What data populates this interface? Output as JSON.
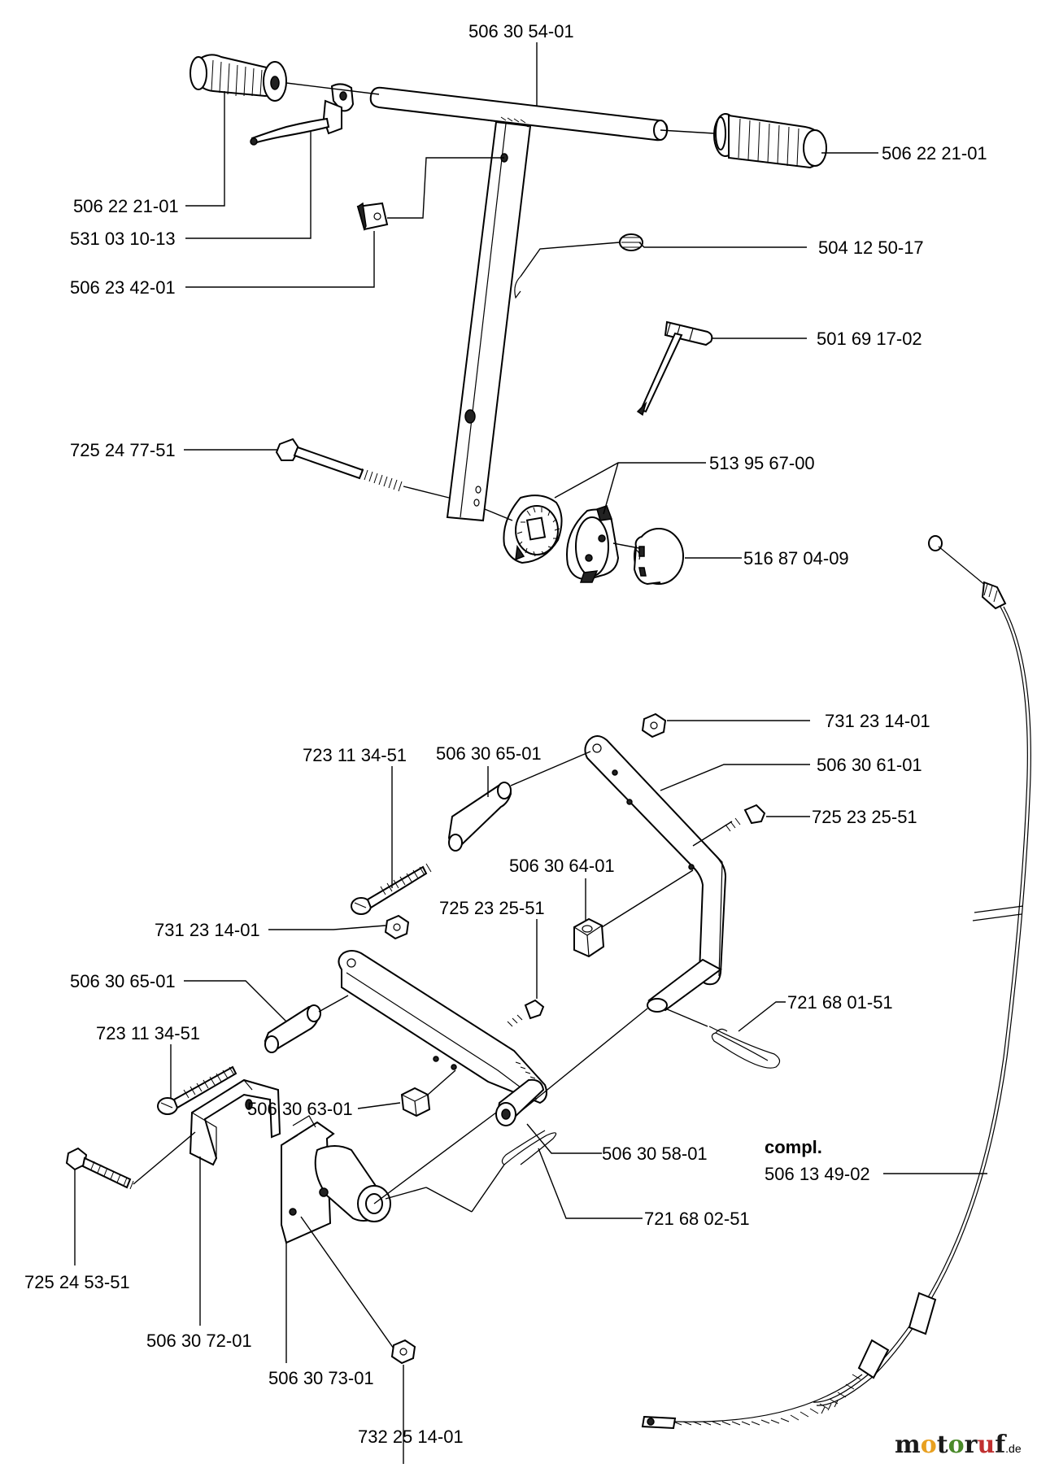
{
  "labels": {
    "handlebar": "506 30 54-01",
    "grip_right": "506 22 21-01",
    "grip_left": "506 22 21-01",
    "lever": "531 03 10-13",
    "cable_clip": "506 23 42-01",
    "plug_cap": "504 12 50-17",
    "plug_wrench": "501 69 17-02",
    "bolt_long": "725 24 77-51",
    "adjuster_disc": "513 95 67-00",
    "knob": "516 87 04-09",
    "nut_top": "731 23 14-01",
    "arm_upper": "506 30 61-01",
    "screw_right": "725 23 25-51",
    "screw_upper": "723 11 34-51",
    "spacer_upper": "506 30 65-01",
    "hex_spacer_upper": "506 30 64-01",
    "screw_mid": "725 23 25-51",
    "nut_mid": "731 23 14-01",
    "spacer_lower": "506 30 65-01",
    "pin_upper": "721 68 01-51",
    "screw_lower": "723 11 34-51",
    "hex_spacer_lower": "506 30 63-01",
    "arm_lower": "506 30 58-01",
    "cable_compl_title": "compl.",
    "cable_compl": "506 13 49-02",
    "pin_lower": "721 68 02-51",
    "bolt_bracket": "725 24 53-51",
    "bracket": "506 30 72-01",
    "pivot": "506 30 73-01",
    "nut_bottom": "732 25 14-01"
  },
  "watermark": {
    "letters": [
      "m",
      "o",
      "t",
      "o",
      "r",
      "u",
      "f"
    ],
    "colors": [
      "#1a1a1a",
      "#e8a020",
      "#1a1a1a",
      "#4a8a2a",
      "#1a1a1a",
      "#c03030",
      "#1a1a1a"
    ],
    "suffix": ".de"
  }
}
